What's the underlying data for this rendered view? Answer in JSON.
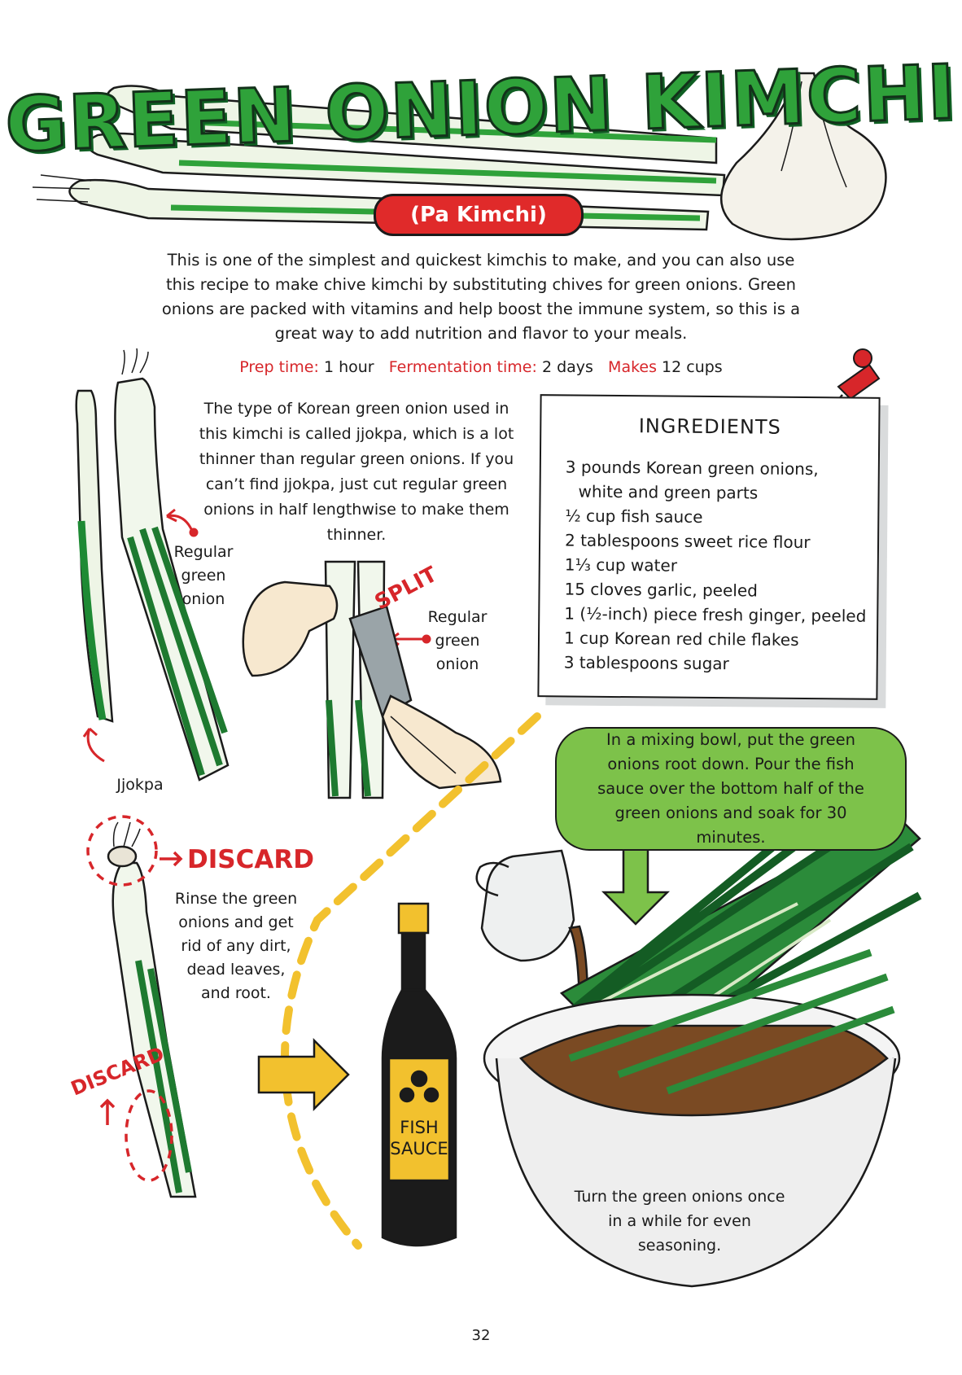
{
  "title": "GREEN ONION KIMCHI",
  "subtitle": "(Pa Kimchi)",
  "intro": "This is one of the simplest and quickest kimchis to make, and you can also use this recipe to make chive kimchi by substituting chives for green onions. Green onions are packed with vitamins and help boost the immune system, so this is a great way to add nutrition and flavor to your meals.",
  "meta": {
    "prep_label": "Prep time:",
    "prep_value": "1 hour",
    "ferment_label": "Fermentation time:",
    "ferment_value": "2 days",
    "makes_label": "Makes",
    "makes_value": "12 cups"
  },
  "jjokpa_note": "The type of Korean green onion used in this kimchi is called jjokpa, which is a lot thinner than regular green onions. If you can’t find jjokpa, just cut regular green onions in half lengthwise to make them thinner.",
  "labels": {
    "regular_green_onion_1": "Regular green onion",
    "regular_green_onion_2": "Regular green onion",
    "split": "SPLIT",
    "jjokpa": "Jjokpa",
    "discard_top": "DISCARD",
    "discard_bottom": "DISCARD"
  },
  "ingredients": {
    "title": "INGREDIENTS",
    "items": [
      "3 pounds Korean green onions,",
      "white and green parts",
      "½ cup fish sauce",
      "2 tablespoons sweet rice flour",
      "1⅓ cup water",
      "15 cloves garlic, peeled",
      "1 (½-inch) piece fresh ginger, peeled",
      "1 cup Korean red chile flakes",
      "3 tablespoons sugar"
    ]
  },
  "rinse_note": "Rinse the green onions and get rid of any dirt, dead leaves, and root.",
  "bubble_note": "In a mixing bowl, put the green onions root down. Pour the fish sauce over the bottom half of the green onions and soak for 30 minutes.",
  "bottle_label": "FISH SAUCE",
  "turn_note": "Turn the green onions once in a while for even seasoning.",
  "page_number": "32",
  "colors": {
    "green": "#2fa23a",
    "dark_green": "#0f5f23",
    "red": "#d7262a",
    "yellow": "#f2c12e",
    "bubble_green": "#7dc24a",
    "brown": "#7a4a23"
  }
}
